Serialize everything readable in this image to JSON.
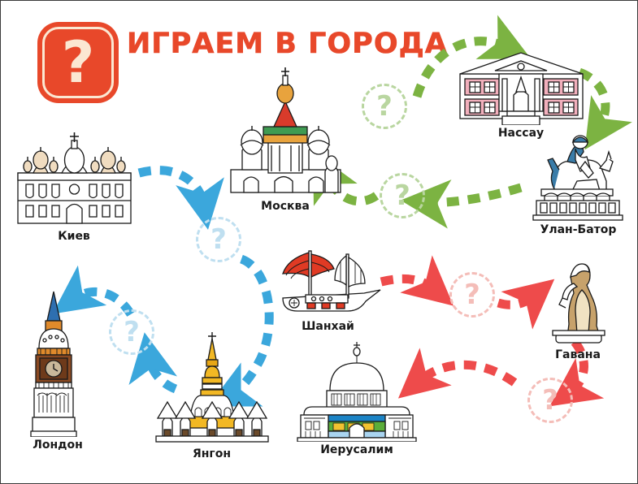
{
  "header": {
    "logo_icon": "question-mark-logo",
    "logo_glyph": "?",
    "title": "ИГРАЕМ В ГОРОДА"
  },
  "colors": {
    "brand": "#E8482A",
    "logo_inner": "#FBE7D2",
    "arrow_blue": "#3BA7DC",
    "arrow_green": "#7CB342",
    "arrow_red": "#EE4B4B",
    "slot_green": "#B9D6A0",
    "slot_blue": "#BFDFF0",
    "slot_red": "#F4BDB8",
    "border": "#3a3a3a"
  },
  "cities": [
    {
      "id": "kiev",
      "label": "Киев",
      "icon": "cathedral-icon"
    },
    {
      "id": "moscow",
      "label": "Москва",
      "icon": "saint-basil-cathedral-icon"
    },
    {
      "id": "nassau",
      "label": "Нассау",
      "icon": "parliament-building-icon"
    },
    {
      "id": "ulanbator",
      "label": "Улан-Батор",
      "icon": "equestrian-statue-icon"
    },
    {
      "id": "shanghai",
      "label": "Шанхай",
      "icon": "junk-boat-icon"
    },
    {
      "id": "havana",
      "label": "Гавана",
      "icon": "statue-icon"
    },
    {
      "id": "london",
      "label": "Лондон",
      "icon": "big-ben-icon"
    },
    {
      "id": "yangon",
      "label": "Янгон",
      "icon": "pagoda-icon"
    },
    {
      "id": "jerusalem",
      "label": "Иерусалим",
      "icon": "dome-of-the-rock-icon"
    }
  ],
  "question_slots": [
    {
      "id": "q-green-1",
      "glyph": "?",
      "color": "green"
    },
    {
      "id": "q-green-2",
      "glyph": "?",
      "color": "green"
    },
    {
      "id": "q-blue-1",
      "glyph": "?",
      "color": "blue"
    },
    {
      "id": "q-blue-2",
      "glyph": "?",
      "color": "blue"
    },
    {
      "id": "q-red-1",
      "glyph": "?",
      "color": "red"
    },
    {
      "id": "q-red-2",
      "glyph": "?",
      "color": "red"
    }
  ]
}
